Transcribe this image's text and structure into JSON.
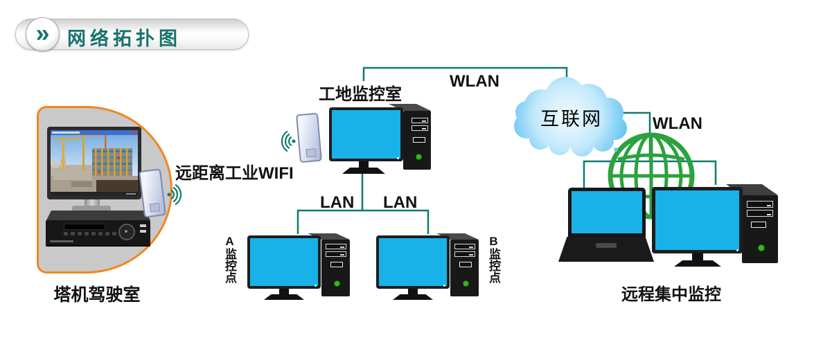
{
  "header": {
    "title": "网络拓扑图",
    "chevron_icon": "»"
  },
  "nodes": {
    "crane_cab": {
      "label": "塔机驾驶室"
    },
    "wifi_link": {
      "label": "远距离工业WIFI"
    },
    "site_room": {
      "label": "工地监控室"
    },
    "point_a": {
      "label": "A监控点"
    },
    "point_b": {
      "label": "B监控点"
    },
    "internet": {
      "label": "互联网"
    },
    "remote_center": {
      "label": "远程集中监控"
    }
  },
  "links": {
    "wlan_top": {
      "label": "WLAN"
    },
    "wlan_right": {
      "label": "WLAN"
    },
    "lan_left": {
      "label": "LAN"
    },
    "lan_right": {
      "label": "LAN"
    }
  },
  "colors": {
    "line_teal": "#0c7b70",
    "screen_cyan": "#18b2e9",
    "globe_green": "#2ba23e",
    "cloud_blue": "#3db3ec",
    "accent_orange": "#f0871c",
    "title_teal": "#18716d"
  }
}
